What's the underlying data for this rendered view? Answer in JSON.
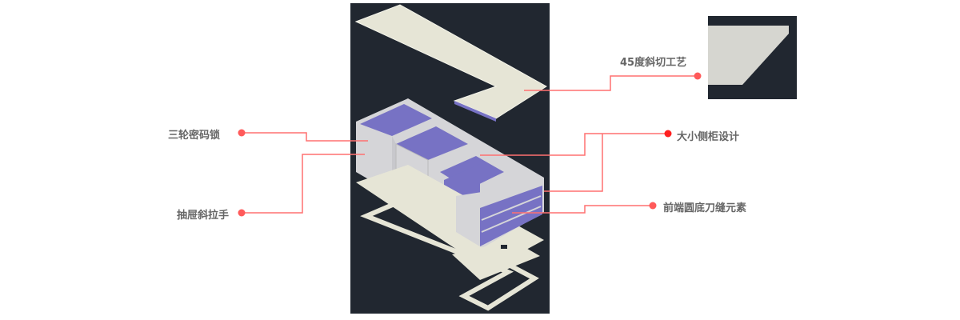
{
  "labels": {
    "bevel": "45度斜切工艺",
    "lock": "三轮密码锁",
    "cabinet": "大小侧柜设计",
    "handle": "抽屉斜拉手",
    "front": "前端圆底刀缝元素"
  },
  "colors": {
    "panel": "#212730",
    "line": "#ff7070",
    "dot": "#ff5a5a",
    "dot_active": "#ff2020",
    "board": "#e6e5d6",
    "wall": "#d5d5d8",
    "accent": "#7772c4"
  }
}
